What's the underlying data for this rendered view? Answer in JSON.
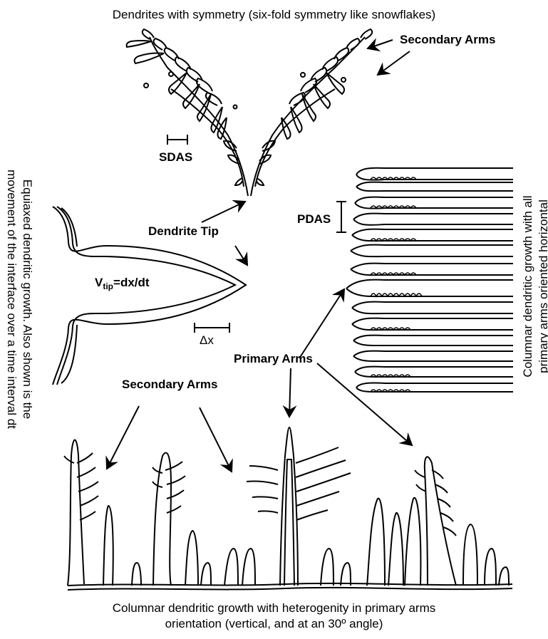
{
  "captions": {
    "top": "Dendrites with symmetry (six-fold symmetry like snowflakes)",
    "left_line1": "Equiaxed dendritic growth. Also shown is the",
    "left_line2": "movement of the interface over a time interval dt",
    "right_line1": "Columnar dendritic growth with all",
    "right_line2": "primary arms oriented horizontal",
    "bottom_line1": "Columnar dendritic growth with heterogenity in primary arms",
    "bottom_line2": "orientation (vertical, and at an 30º angle)"
  },
  "labels": {
    "secondary_arms_top": "Secondary Arms",
    "sdas": "SDAS",
    "pdas": "PDAS",
    "dendrite_tip": "Dendrite Tip",
    "vtip_v": "V",
    "vtip_sub": "tip",
    "vtip_eq": "=dx/dt",
    "delta_x": "Δx",
    "primary_arms": "Primary Arms",
    "secondary_arms_bottom": "Secondary Arms"
  }
}
